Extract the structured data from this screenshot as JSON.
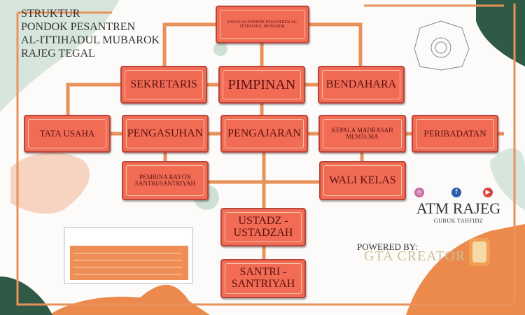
{
  "title_lines": [
    "STRUKTUR",
    "PONDOK PESANTREN",
    "AL-ITTIHADUL MUBAROK",
    "RAJEG TEGAL"
  ],
  "nodes": {
    "yayasan": "YAYASAN PONDOK PESANTREN AL-ITTIHADUL MUBAROK",
    "sekretaris": "SEKRETARIS",
    "pimpinan": "PIMPINAN",
    "bendahara": "BENDAHARA",
    "tata_usaha": "TATA USAHA",
    "pengasuhan": "PENGASUHAN",
    "pengajaran": "PENGAJARAN",
    "kepala_madrasah": "KEPALA MADRASAH MI.MTs.MA",
    "peribadatan": "PERIBADATAN",
    "pembina_rayon": "PEMBINA RAYON SANTRI/SANTRIYAH",
    "wali_kelas": "WALI KELAS",
    "ustadz": "USTADZ - USTADZAH",
    "santri": "SANTRI - SANTRIYAH"
  },
  "brand": {
    "name": "ATM RAJEG",
    "subtitle": "GUBUK TAHFIDZ",
    "social_icons": [
      "instagram-icon",
      "facebook-icon",
      "youtube-icon"
    ]
  },
  "credit": {
    "powered_by": "POWERED BY:",
    "creator": "GTA CREATOR"
  },
  "colors": {
    "box": "#f26b55",
    "line": "#e8915a",
    "accent_green": "#2f5a45"
  }
}
